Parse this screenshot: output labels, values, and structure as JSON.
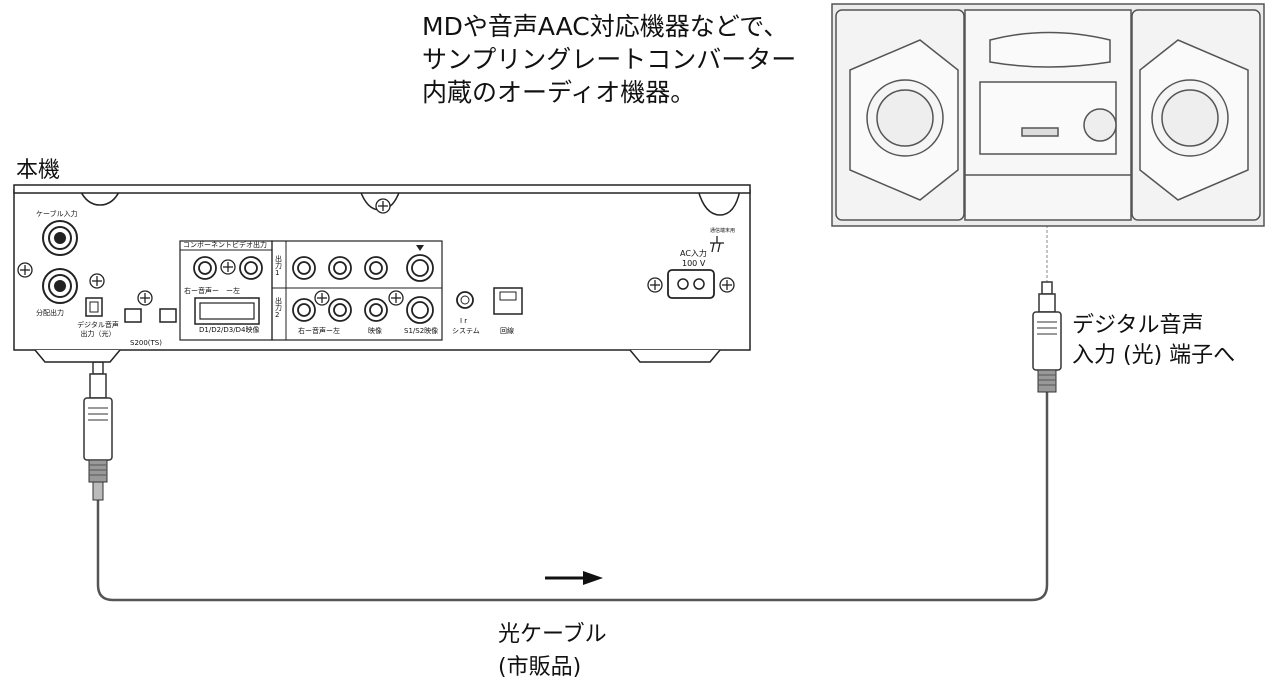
{
  "audio_device_caption": {
    "line1": "MDや音声AAC対応機器などで、",
    "line2": "サンプリングレートコンバーター",
    "line3": "内蔵のオーディオ機器。"
  },
  "unit_label": "本機",
  "receiver_ports": {
    "cable_in": "ケーブル入力",
    "dist_out": "分配出力",
    "digital_audio_out_1": "デジタル音声",
    "digital_audio_out_2": "出力（光）",
    "s200": "S200(TS)",
    "component_title": "コンポーネントビデオ出力",
    "component_audio": "右ー音声ー　ー左",
    "d_terminal": "D1/D2/D3/D4映像",
    "output_1": "出力1",
    "output_2": "出力2",
    "audio_rl": "右ー音声ー左",
    "video": "映像",
    "s_video": "S1/S2映像",
    "ir": "I r",
    "system": "システム",
    "phone_line": "回線",
    "ac_in_1": "AC入力",
    "ac_in_2": "100 V",
    "ground": "通信端末用"
  },
  "digital_in_label": {
    "line1": "デジタル音声",
    "line2": "入力 (光) 端子へ"
  },
  "cable_label": {
    "line1": "光ケーブル",
    "line2": "(市販品)"
  }
}
